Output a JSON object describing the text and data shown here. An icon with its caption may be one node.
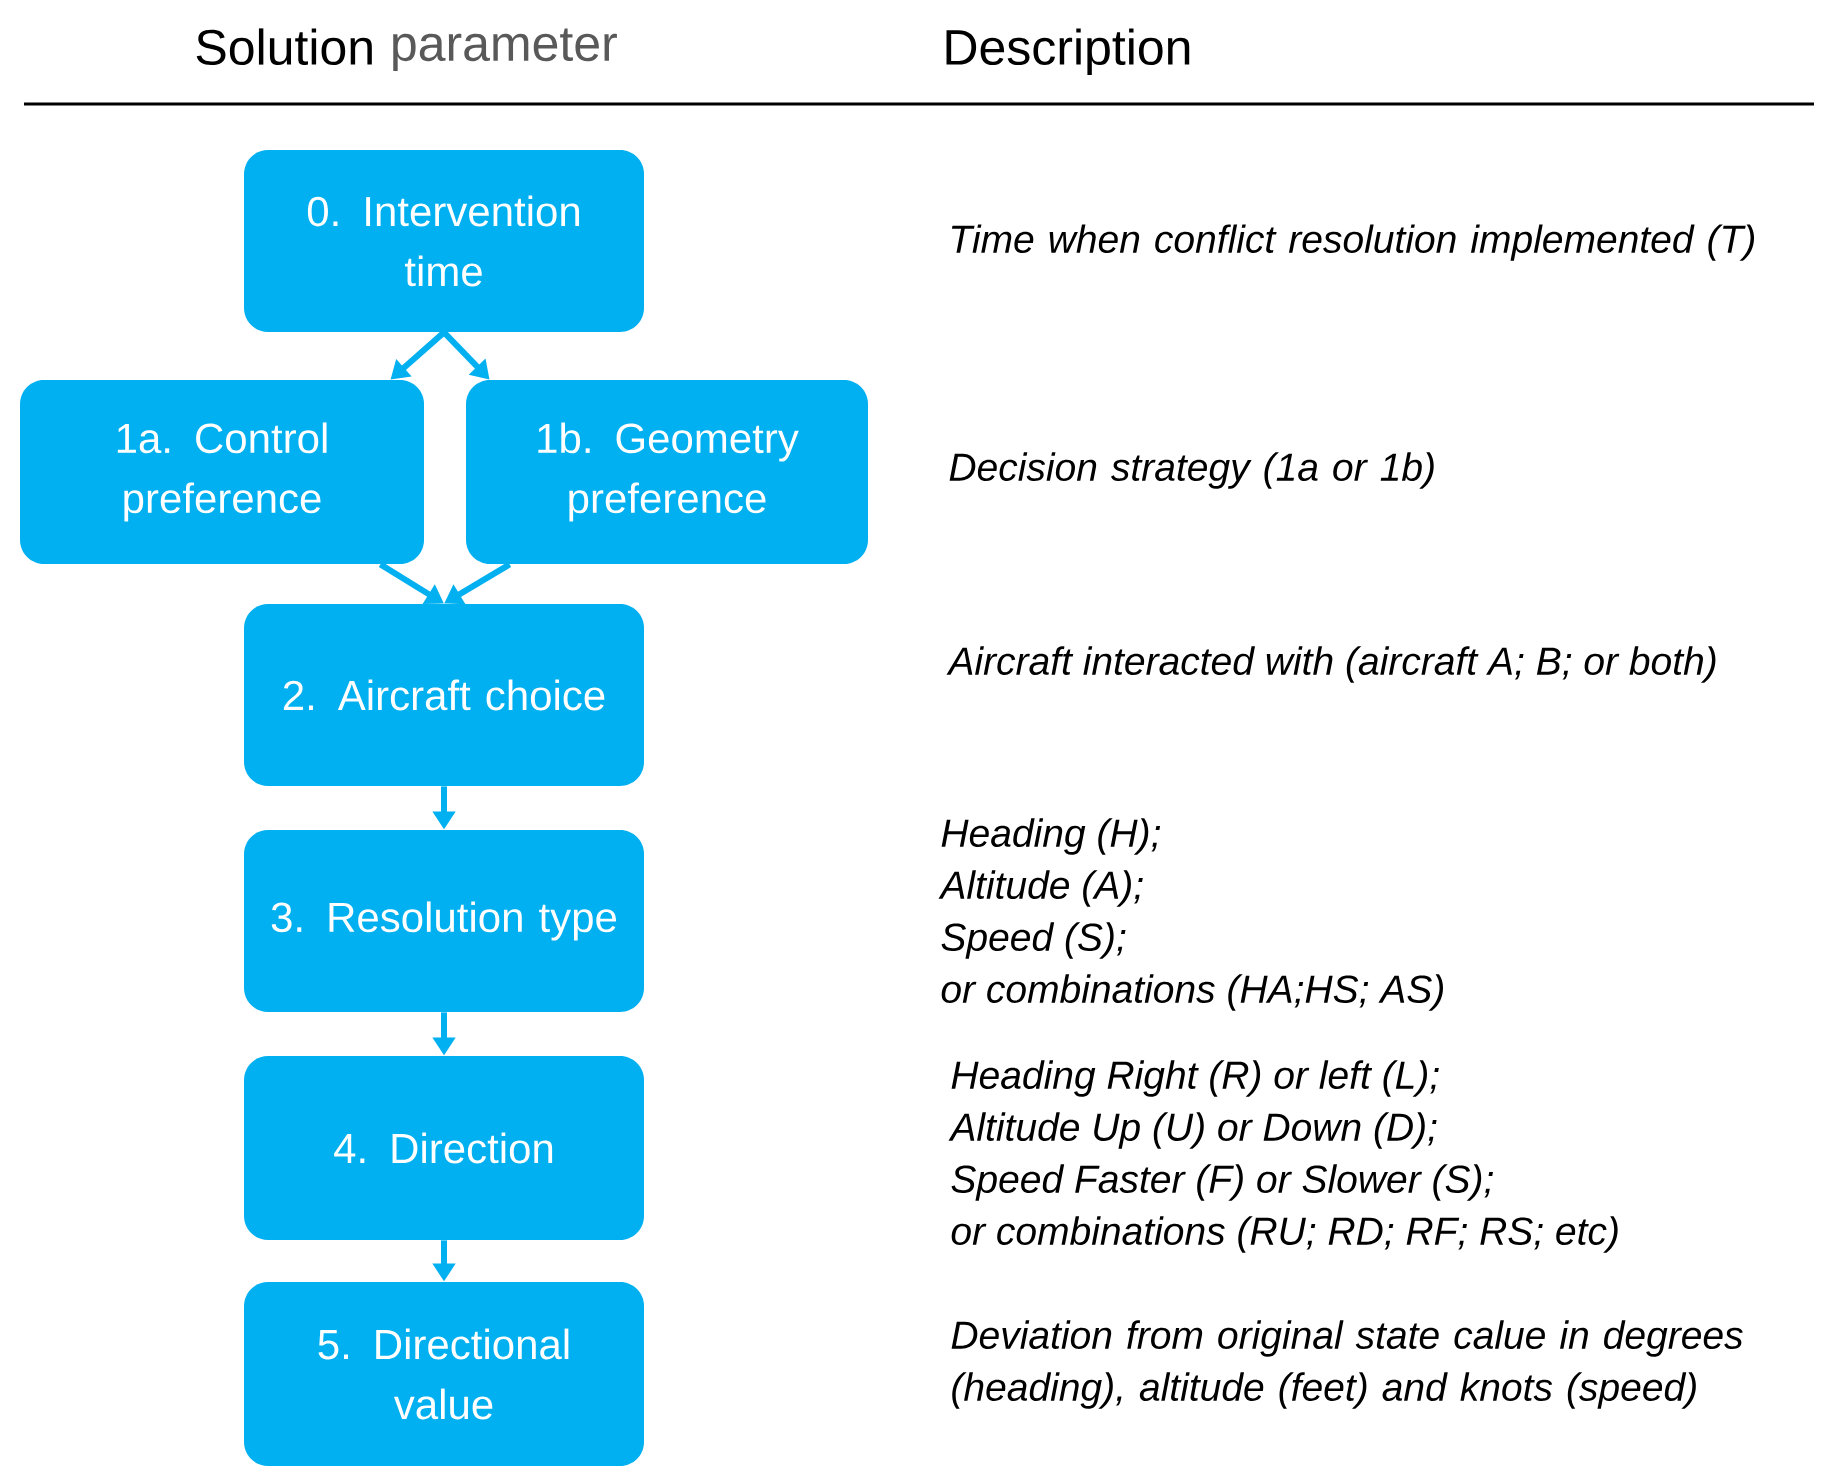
{
  "diagram": {
    "nodes": [
      {
        "text": [
          "0. Intervention time"
        ]
      },
      {
        "text": [
          "1a. Control preference"
        ]
      },
      {
        "text": [
          "1b. Geometry preference"
        ]
      },
      {
        "text": [
          "2. Aircraft choice"
        ]
      },
      {
        "text": [
          "3. Resolution type"
        ]
      },
      {
        "text": [
          "4. Direction"
        ]
      },
      {
        "text": [
          "5. Directional value"
        ]
      }
    ],
    "edges": [
      {
        "from": 0,
        "to": 1,
        "arrow": "to"
      },
      {
        "from": 0,
        "to": 2,
        "arrow": "to"
      },
      {
        "from": 1,
        "to": 3,
        "arrow": "to"
      },
      {
        "from": 2,
        "to": 3,
        "arrow": "to"
      },
      {
        "from": 3,
        "to": 4,
        "arrow": "to"
      },
      {
        "from": 4,
        "to": 5,
        "arrow": "to"
      },
      {
        "from": 5,
        "to": 6,
        "arrow": "to"
      }
    ],
    "labels": [
      "Solution",
      "parameter",
      "Description",
      "Time when conflict resolution implemented (T)",
      "Decision strategy (1a or 1b)",
      "Aircraft interacted with (aircraft A; B; or both)",
      "Heading (H);",
      "Altitude (A);",
      "Speed (S);",
      "or combinations (HA;HS; AS)",
      "Heading Right (R) or left (L);",
      "Altitude Up (U) or Down (D);",
      "Speed Faster  (F) or Slower (S);",
      "or combinations (RU; RD; RF; RS; etc)",
      "Deviation from original state calue in degrees (heading), altitude (feet) and knots (speed)"
    ]
  }
}
